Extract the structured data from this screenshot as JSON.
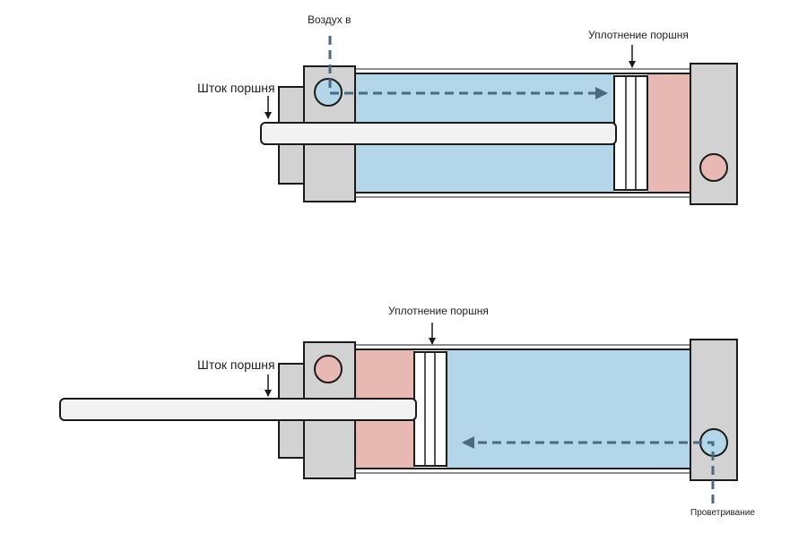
{
  "diagram": {
    "top": {
      "air_in_label": "Воздух в",
      "piston_seal_label": "Уплотнение поршня",
      "piston_rod_label": "Шток поршня"
    },
    "bottom": {
      "piston_seal_label": "Уплотнение поршня",
      "piston_rod_label": "Шток поршня",
      "vent_label": "Проветривание"
    }
  },
  "colors": {
    "air_chamber": "#b3d6e8",
    "vent_chamber": "#e8b8b3",
    "port_fill": "#e8b8b3",
    "port_blue": "#b3d6e8",
    "end_cap": "#d2d2d2",
    "rod": "#f2f2f2",
    "outline": "#1a1a1a",
    "flow_arrow": "#4a6a82"
  },
  "icons": [
    "down-arrow-icon",
    "flow-arrow-icon",
    "port-icon"
  ]
}
